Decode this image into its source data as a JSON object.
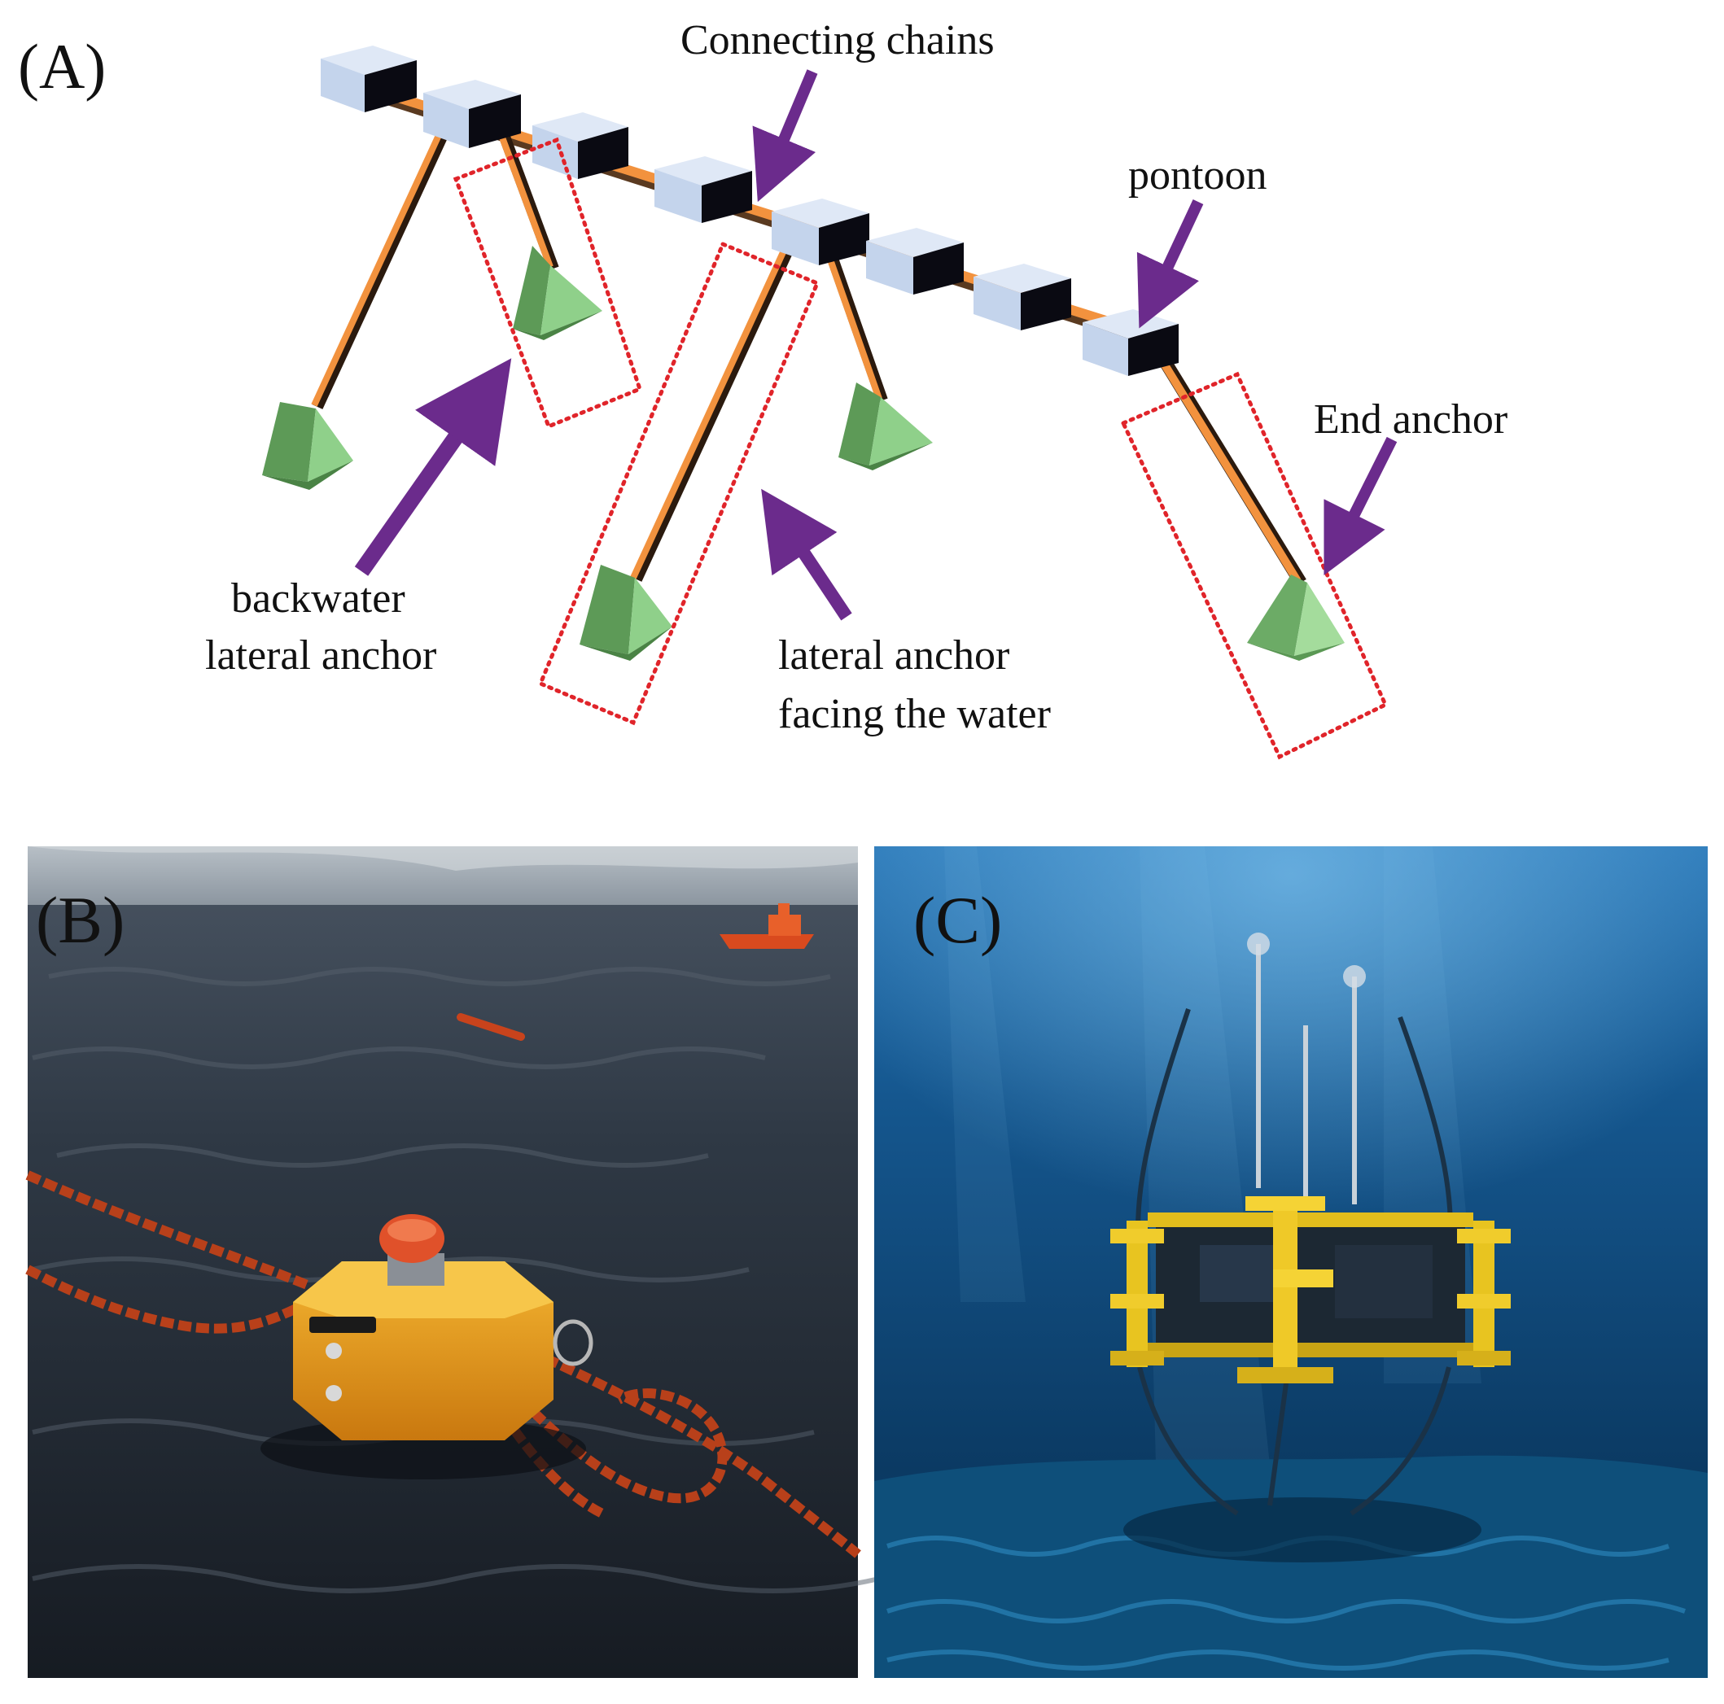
{
  "panel_a": {
    "panel_label": "(A)",
    "labels": {
      "connecting_chains": "Connecting chains",
      "pontoon": "pontoon",
      "end_anchor": "End anchor",
      "backwater_line1": "backwater",
      "backwater_line2": "lateral anchor",
      "facing_line1": "lateral anchor",
      "facing_line2": "facing the water"
    },
    "colors": {
      "pontoon_face": "#c9d9ef",
      "pontoon_dark": "#0a0a12",
      "chain": "#f2923e",
      "anchor": "#6fae6b",
      "arrow": "#6b2b8c",
      "highlight_box": "#e0242a"
    }
  },
  "panel_b": {
    "panel_label": "(B)",
    "subject": "orange buoy with chains on sea surface"
  },
  "panel_c": {
    "panel_label": "(C)",
    "subject": "yellow underwater frame with mooring lines above seabed"
  }
}
